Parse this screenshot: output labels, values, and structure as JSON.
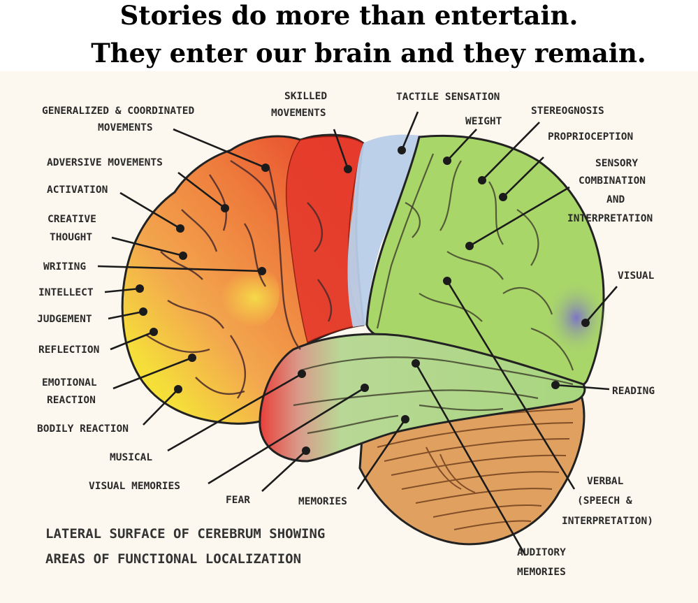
{
  "heading": {
    "line1": "Stories do more than entertain.",
    "line2": "They enter our brain and they remain."
  },
  "caption": {
    "line1": "LATERAL SURFACE OF CEREBRUM SHOWING",
    "line2": "AREAS OF FUNCTIONAL LOCALIZATION"
  },
  "labels": {
    "generalized_l1": "GENERALIZED & COORDINATED",
    "generalized_l2": "MOVEMENTS",
    "skilled_l1": "SKILLED",
    "skilled_l2": "MOVEMENTS",
    "tactile": "TACTILE SENSATION",
    "weight": "WEIGHT",
    "stereognosis": "STEREOGNOSIS",
    "proprioception": "PROPRIOCEPTION",
    "sensory_l1": "SENSORY",
    "sensory_l2": "COMBINATION",
    "sensory_l3": "AND",
    "sensory_l4": "INTERPRETATION",
    "adversive": "ADVERSIVE MOVEMENTS",
    "activation": "ACTIVATION",
    "creative_l1": "CREATIVE",
    "creative_l2": "THOUGHT",
    "writing": "WRITING",
    "intellect": "INTELLECT",
    "judgement": "JUDGEMENT",
    "reflection": "REFLECTION",
    "emotional_l1": "EMOTIONAL",
    "emotional_l2": "REACTION",
    "bodily": "BODILY REACTION",
    "musical": "MUSICAL",
    "visual_memories": "VISUAL MEMORIES",
    "fear": "FEAR",
    "memories": "MEMORIES",
    "visual": "VISUAL",
    "reading": "READING",
    "verbal_l1": "VERBAL",
    "verbal_l2": "(SPEECH &",
    "verbal_l3": "INTERPRETATION)",
    "auditory_l1": "AUDITORY",
    "auditory_l2": "MEMORIES"
  },
  "colors": {
    "frontal_red": "#e8382a",
    "frontal_orange": "#ef8a3a",
    "frontal_yellow": "#f6ef2a",
    "parietal_green": "#a9d669",
    "sensory_blue": "#b9cde8",
    "visual_purple": "#8e86cc",
    "temporal_green": "#b6dc8e",
    "cerebellum": "#e0a060",
    "outline": "#222222"
  }
}
